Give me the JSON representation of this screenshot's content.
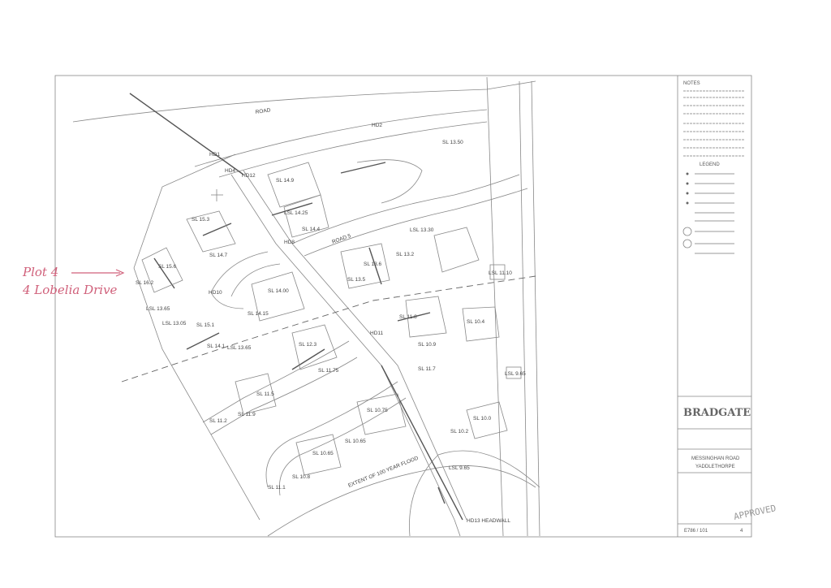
{
  "annotation": {
    "line1": "Plot 4",
    "line2": "4 Lobelia Drive",
    "color": "#d0607a"
  },
  "plan": {
    "roads": [
      "ROAD",
      "ROAD 5"
    ],
    "levels": [
      "SL 15.3",
      "SL 15.6",
      "SL 16.2",
      "SL 14.7",
      "LSL 13.65",
      "LSL 13.05",
      "SL 15.1",
      "SL 14.1",
      "LSL 13.65",
      "SL 14.9",
      "LSL 14.25",
      "SL 14.4",
      "SL 14.00",
      "SL 14.15",
      "SL 13.6",
      "SL 13.5",
      "SL 13.2",
      "LSL 13.30",
      "SL 13.50",
      "SL 12.3",
      "SL 11.75",
      "SL 11.8",
      "SL 10.9",
      "SL 11.7",
      "SL 11.5",
      "SL 11.9",
      "SL 11.2",
      "SL 10.75",
      "SL 10.65",
      "SL 10.65",
      "SL 10.8",
      "SL 11.1",
      "SL 10.4",
      "SL 10.0",
      "SL 10.2",
      "LSL 9.65",
      "LSL 9.65",
      "LSL 11.10"
    ],
    "manholes": [
      "HD1",
      "HD2",
      "HD4",
      "HD12",
      "HD8",
      "HD10",
      "HD11",
      "HD13"
    ],
    "flood_line": "EXTENT OF 100 YEAR FLOOD",
    "headwall": "HD13  HEADWALL"
  },
  "title_block": {
    "notes_heading": "NOTES",
    "legend_heading": "LEGEND",
    "company_logo": "BRADGATE",
    "site_line1": "MESSINGHAN ROAD",
    "site_line2": "YADDLETHORPE",
    "drawing_number": "E786 / 101",
    "revision": "4",
    "stamp": "APPROVED"
  }
}
